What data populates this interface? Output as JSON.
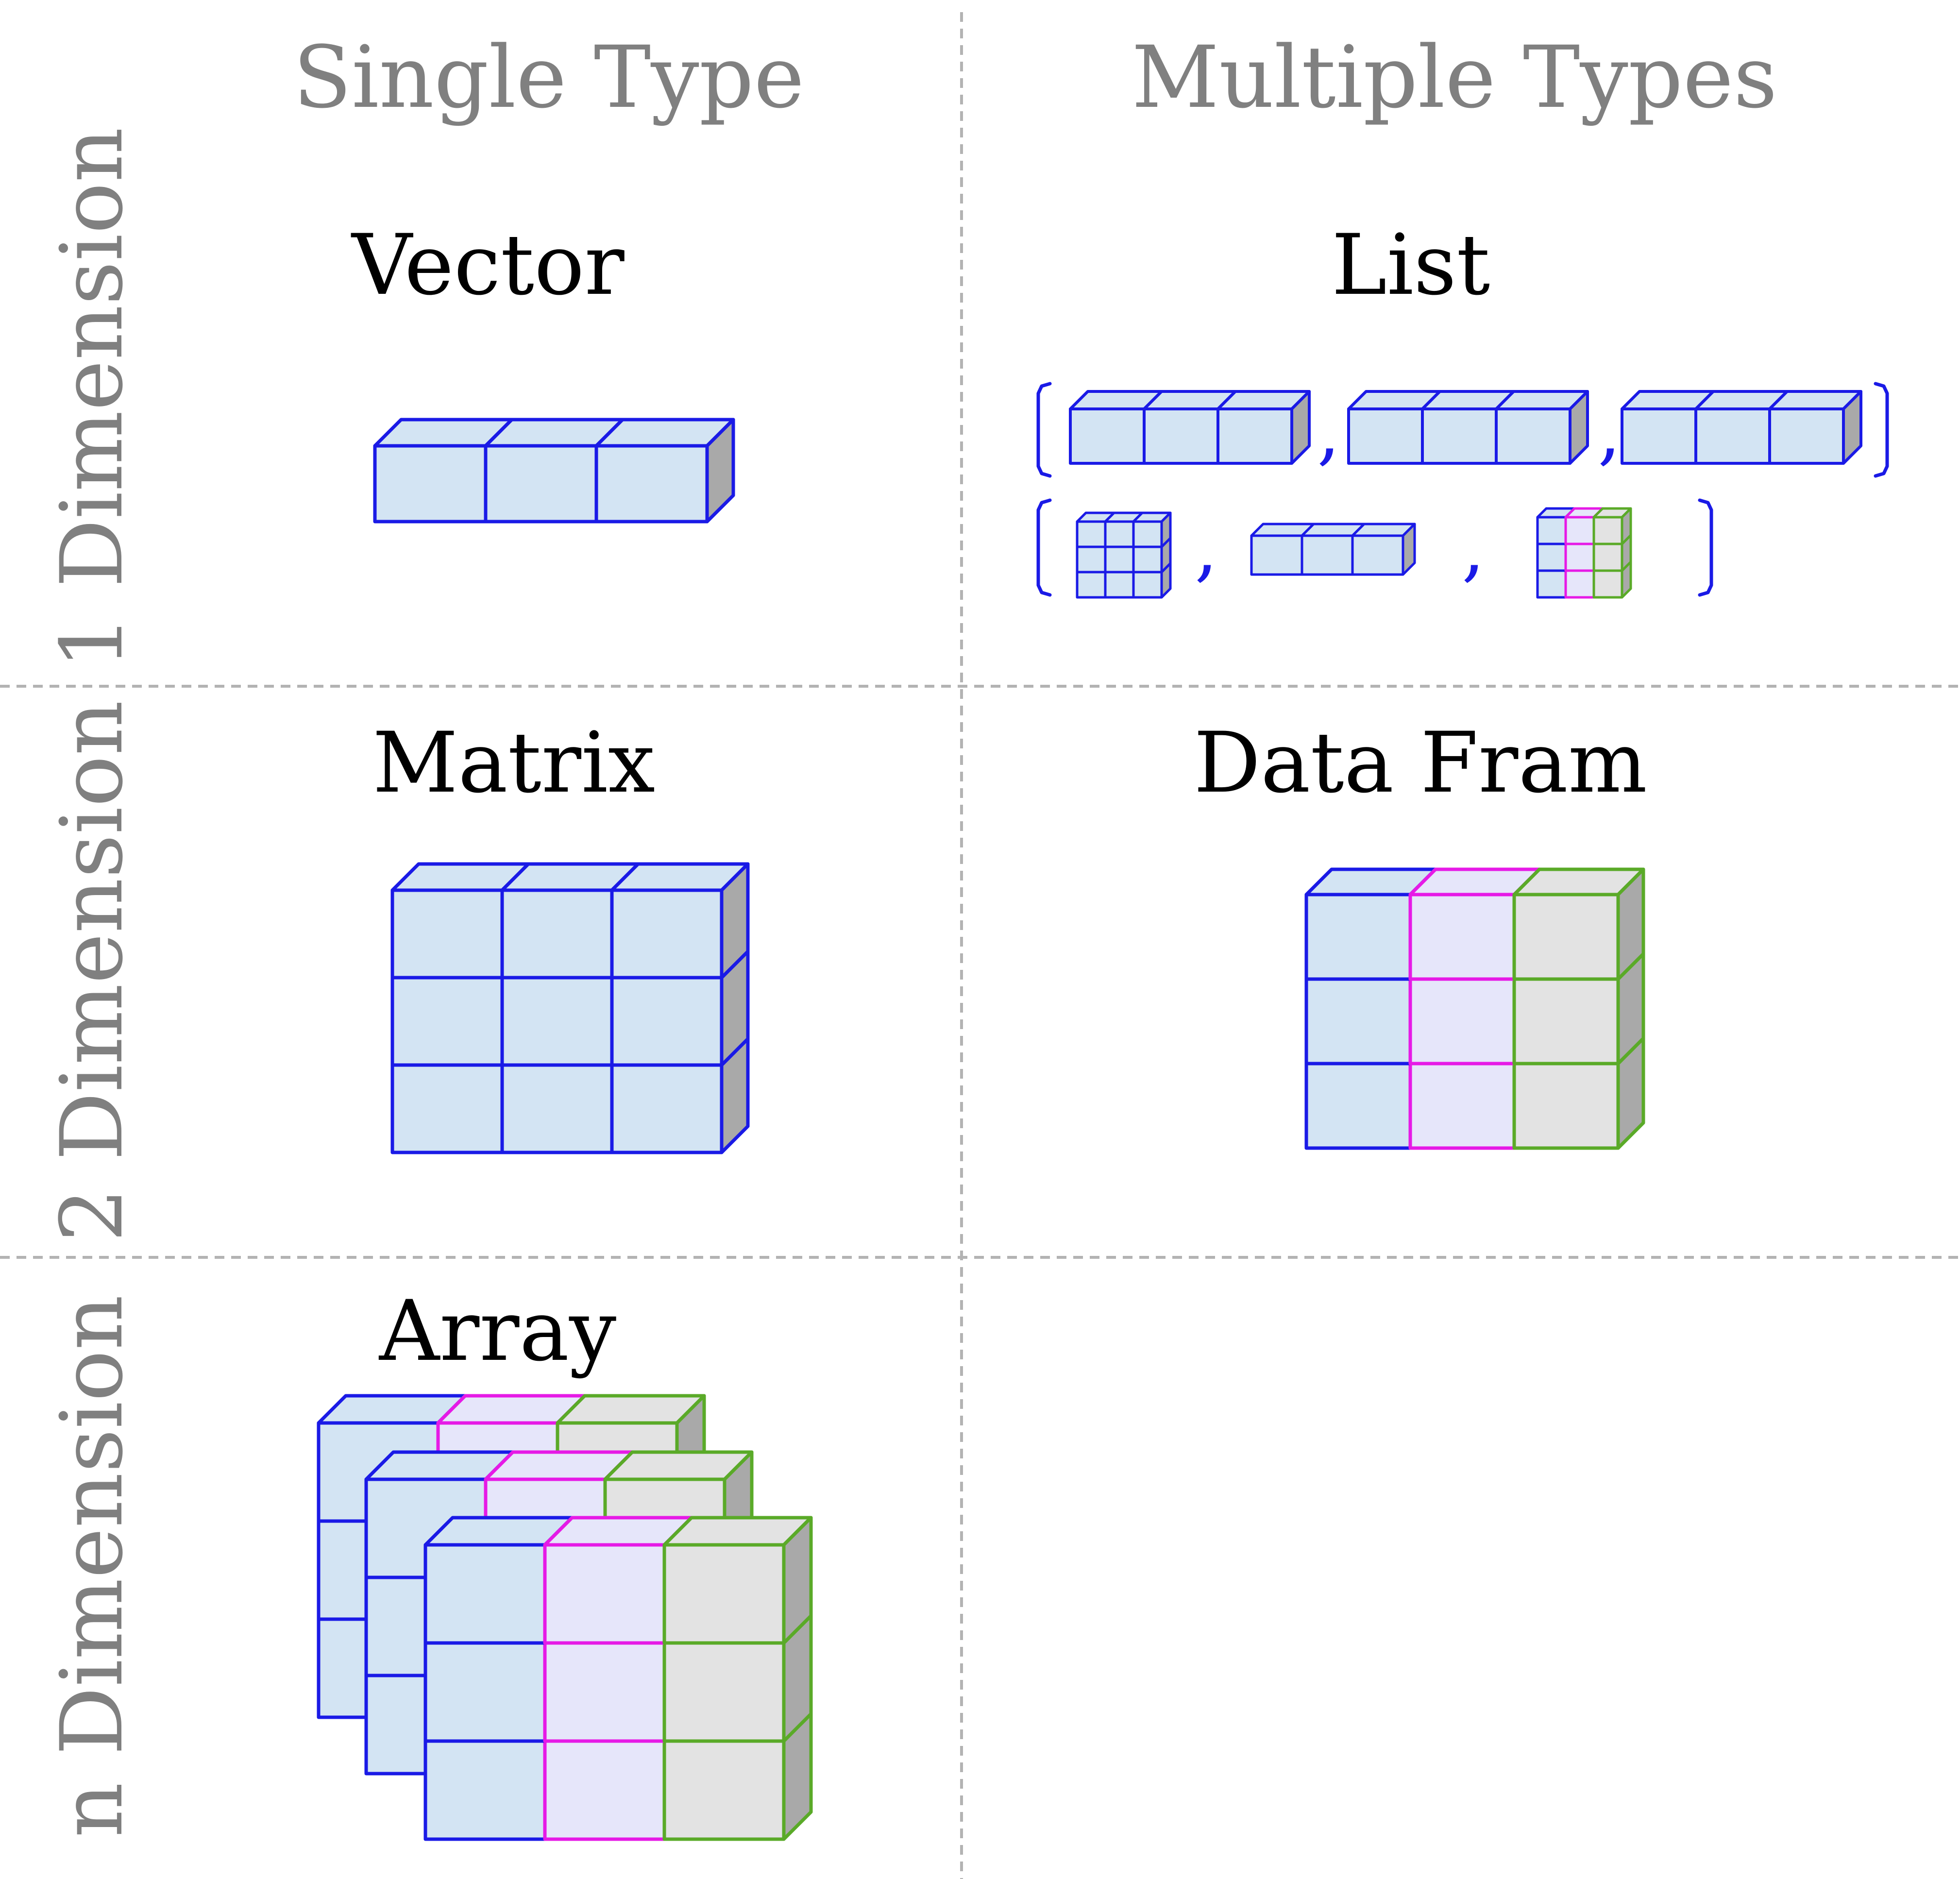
{
  "columns": {
    "single_type": "Single Type",
    "multiple_types": "Multiple Types"
  },
  "rows": {
    "one_dimension": "1 Dimension",
    "two_dimension": "2 Dimension",
    "n_dimension": "n Dimension"
  },
  "cells": {
    "vector": "Vector",
    "list": "List",
    "matrix": "Matrix",
    "data_frame": "Data Fram",
    "array": "Array"
  },
  "list_separators": {
    "comma": ","
  },
  "palette": {
    "blue": {
      "stroke": "#1a1ae6",
      "front": "#d3e4f3",
      "top": "#d3e4f3",
      "side": "#a9a9a9"
    },
    "magenta": {
      "stroke": "#e61ae6",
      "front": "#e6e6fa",
      "top": "#e6e6fa",
      "side": "#a9a9a9"
    },
    "green": {
      "stroke": "#5aaa28",
      "front": "#e3e3e3",
      "top": "#e3e3e3",
      "side": "#a9a9a9"
    }
  }
}
